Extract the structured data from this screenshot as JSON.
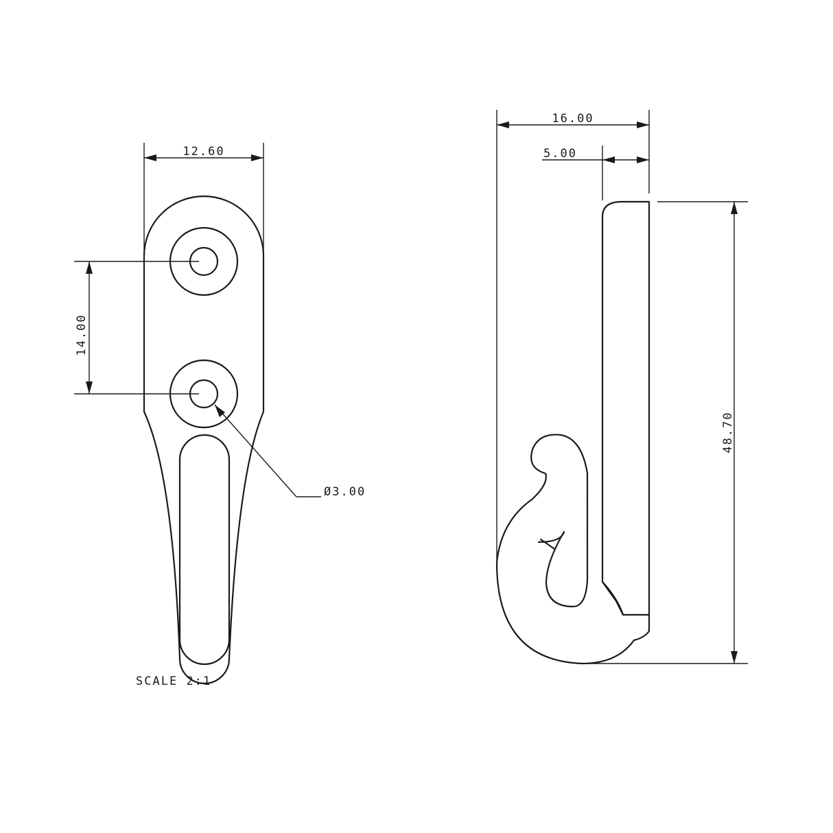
{
  "front_view": {
    "width_dim": "12.60",
    "hole_spacing_dim": "14.00",
    "hole_diameter_dim": "Ø3.00",
    "scale_note": "SCALE 2:1"
  },
  "side_view": {
    "overall_width_dim": "16.00",
    "plate_thickness_dim": "5.00",
    "overall_height_dim": "48.70"
  }
}
